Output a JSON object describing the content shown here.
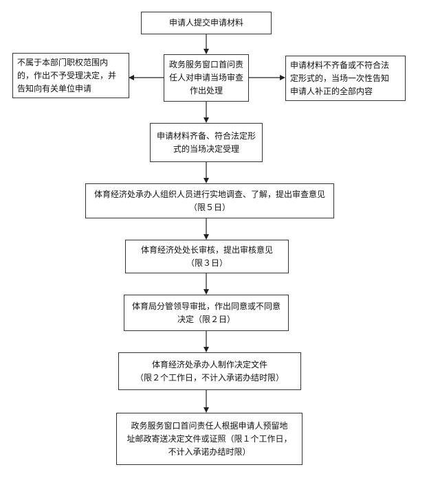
{
  "flowchart": {
    "nodes": {
      "submit": "申请人提交申请材料",
      "window_review": "政务服务窗口首问责\n任人对申请当场审查\n作出处理",
      "reject": "不属于本部门职权范围内\n的，作出不予受理决定，并\n告知向有关单位申请",
      "supplement": "申请材料不齐备或不符合法\n定形式的，当场一次性告知\n申请人补正的全部内容",
      "accept": "申请材料齐备、符合法定形\n式的当场决定受理",
      "investigate": "体育经济处承办人组织人员进行实地调查、了解，提出审查意见\n（限５日）",
      "division_review": "体育经济处处长审核，提出审核意见\n（限３日）",
      "bureau_approve": "体育局分管领导审批，作出同意或不同意\n决定（限２日）",
      "make_document": "体育经济处承办人制作决定文件\n（限２个工作日，不计入承诺办结时限）",
      "deliver": "政务服务窗口首问责任人根据申请人预留地\n址邮政寄送决定文件或证照（限１个工作日，\n不计入承诺办结时限）"
    }
  }
}
